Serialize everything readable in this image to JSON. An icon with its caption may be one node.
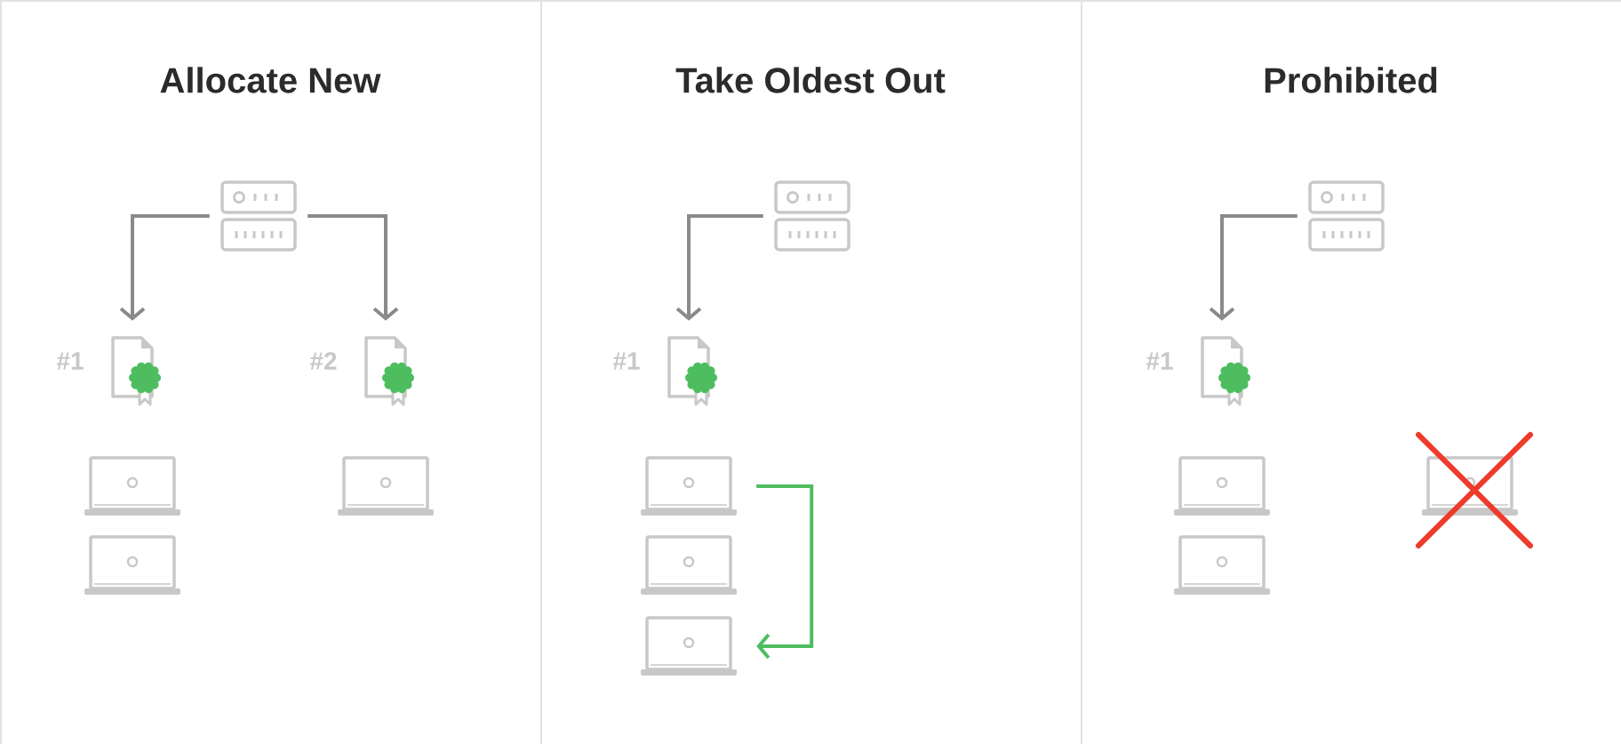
{
  "diagram": {
    "nodes": [
      {
        "text": [
          "Allocate New"
        ]
      },
      {
        "text": [],
        "shape": "server",
        "in": 0
      },
      {
        "text": [],
        "shape": "document",
        "in": 0,
        "beside": [
          "#1"
        ]
      },
      {
        "text": [],
        "shape": "document",
        "in": 0,
        "beside": [
          "#2"
        ]
      },
      {
        "text": [],
        "shape": "laptop",
        "in": 0
      },
      {
        "text": [],
        "shape": "laptop",
        "in": 0
      },
      {
        "text": [],
        "shape": "laptop",
        "in": 0
      },
      {
        "text": [
          "Take Oldest Out"
        ]
      },
      {
        "text": [],
        "shape": "server",
        "in": 7
      },
      {
        "text": [],
        "shape": "document",
        "in": 7,
        "beside": [
          "#1"
        ]
      },
      {
        "text": [],
        "shape": "laptop",
        "in": 7
      },
      {
        "text": [],
        "shape": "laptop",
        "in": 7
      },
      {
        "text": [],
        "shape": "laptop",
        "in": 7
      },
      {
        "text": [
          "Prohibited"
        ]
      },
      {
        "text": [],
        "shape": "server",
        "in": 13
      },
      {
        "text": [],
        "shape": "document",
        "in": 13,
        "beside": [
          "#1"
        ]
      },
      {
        "text": [],
        "shape": "laptop",
        "in": 13
      },
      {
        "text": [],
        "shape": "laptop",
        "in": 13
      },
      {
        "text": [],
        "shape": "laptop",
        "in": 13
      }
    ],
    "edges": [
      {
        "from": 1,
        "to": 2,
        "arrow": "to"
      },
      {
        "from": 1,
        "to": 3,
        "arrow": "to"
      },
      {
        "from": 8,
        "to": 9,
        "arrow": "to"
      },
      {
        "from": 10,
        "to": 12,
        "arrow": "to",
        "color": "#4dbd5f"
      },
      {
        "from": 14,
        "to": 15,
        "arrow": "to"
      }
    ]
  }
}
